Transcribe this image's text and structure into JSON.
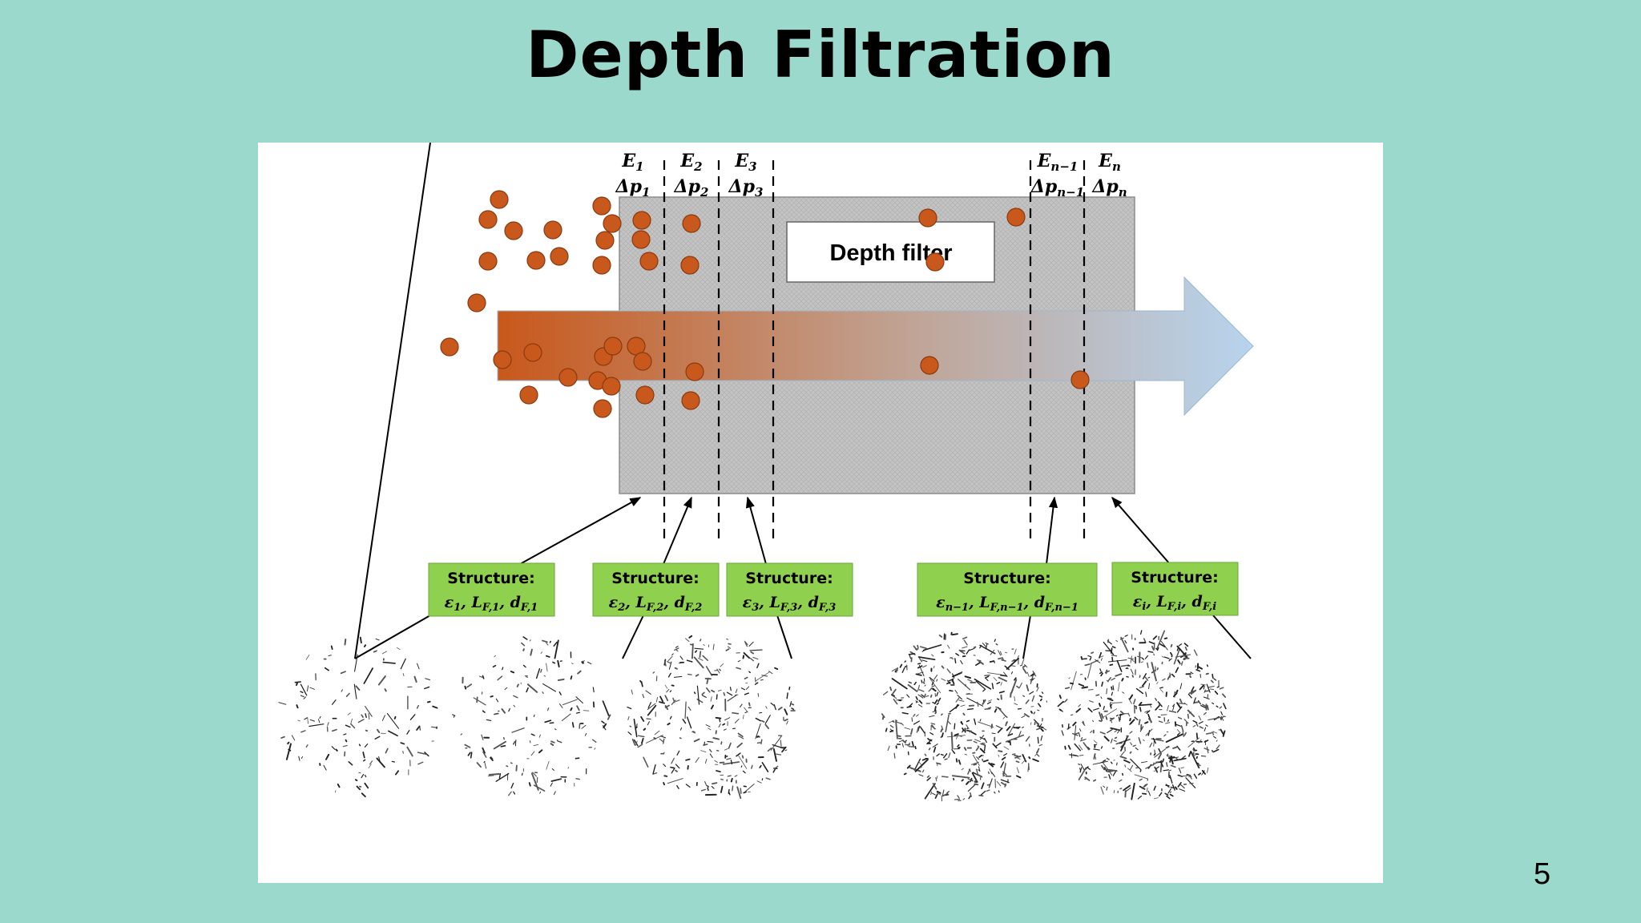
{
  "slide": {
    "title": "Depth Filtration",
    "page_number": "5"
  },
  "diagram": {
    "filter_label": "Depth filter",
    "layers": [
      {
        "efficiency": "E",
        "efficiency_sub": "1",
        "pressure": "Δp",
        "pressure_sub": "1"
      },
      {
        "efficiency": "E",
        "efficiency_sub": "2",
        "pressure": "Δp",
        "pressure_sub": "2"
      },
      {
        "efficiency": "E",
        "efficiency_sub": "3",
        "pressure": "Δp",
        "pressure_sub": "3"
      },
      {
        "efficiency": "E",
        "efficiency_sub": "n−1",
        "pressure": "Δp",
        "pressure_sub": "n−1"
      },
      {
        "efficiency": "E",
        "efficiency_sub": "n",
        "pressure": "Δp",
        "pressure_sub": "n"
      }
    ],
    "structure_boxes": [
      {
        "title": "Structure:",
        "params": "ε1, LF,1, dF,1",
        "eps": "ε",
        "eps_sub": "1",
        "l_sub": "F,1",
        "d_sub": "F,1"
      },
      {
        "title": "Structure:",
        "params": "ε2, LF,2, dF,2",
        "eps": "ε",
        "eps_sub": "2",
        "l_sub": "F,2",
        "d_sub": "F,2"
      },
      {
        "title": "Structure:",
        "params": "ε3, LF,3, dF,3",
        "eps": "ε",
        "eps_sub": "3",
        "l_sub": "F,3",
        "d_sub": "F,3"
      },
      {
        "title": "Structure:",
        "params": "εn−1, LF,n−1, dF,n−1",
        "eps": "ε",
        "eps_sub": "n−1",
        "l_sub": "F,n−1",
        "d_sub": "F,n−1"
      },
      {
        "title": "Structure:",
        "params": "εi, LF,i, dF,i",
        "eps": "ε",
        "eps_sub": "i",
        "l_sub": "F,i",
        "d_sub": "F,i"
      }
    ],
    "fiber_densities": [
      0.25,
      0.3,
      0.55,
      0.95,
      1.0
    ],
    "colors": {
      "background": "#9ad9cc",
      "particle": "#c8581b",
      "particle_stroke": "#8a3a10",
      "filter": "#c2c2c2",
      "structure_box": "#8fd14f",
      "arrow_start": "#c8581b",
      "arrow_end": "#b7d4ee"
    }
  }
}
